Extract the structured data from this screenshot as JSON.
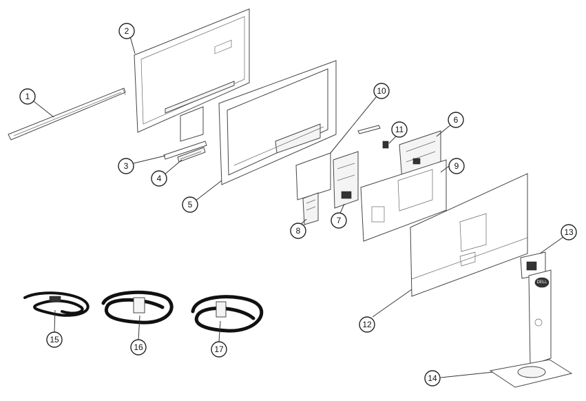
{
  "diagram": {
    "callouts": [
      {
        "id": "1",
        "label": "1"
      },
      {
        "id": "2",
        "label": "2"
      },
      {
        "id": "3",
        "label": "3"
      },
      {
        "id": "4",
        "label": "4"
      },
      {
        "id": "5",
        "label": "5"
      },
      {
        "id": "6",
        "label": "6"
      },
      {
        "id": "7",
        "label": "7"
      },
      {
        "id": "8",
        "label": "8"
      },
      {
        "id": "9",
        "label": "9"
      },
      {
        "id": "10",
        "label": "10"
      },
      {
        "id": "11",
        "label": "11"
      },
      {
        "id": "12",
        "label": "12"
      },
      {
        "id": "13",
        "label": "13"
      },
      {
        "id": "14",
        "label": "14"
      },
      {
        "id": "15",
        "label": "15"
      },
      {
        "id": "16",
        "label": "16"
      },
      {
        "id": "17",
        "label": "17"
      }
    ],
    "logo_text": "DELL"
  }
}
